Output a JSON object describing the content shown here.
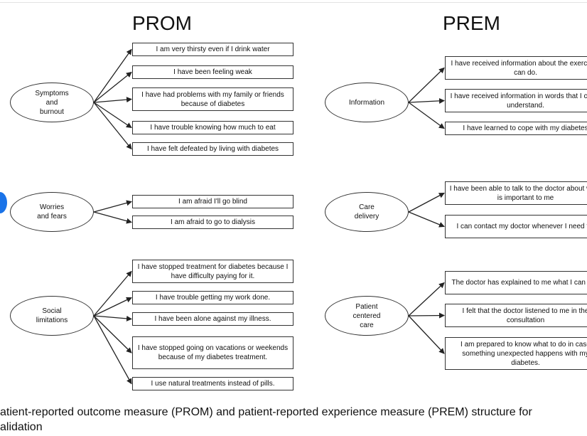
{
  "headings": {
    "prom": "PROM",
    "prem": "PREM"
  },
  "prom": {
    "symptoms": {
      "label": "Symptoms\nand\nburnout",
      "items": [
        "I am very thirsty even if I drink water",
        "I have been feeling weak",
        "I have had problems with my family or friends because of diabetes",
        "I have trouble knowing how much to eat",
        "I have felt defeated by living with diabetes"
      ]
    },
    "worries": {
      "label": "Worries\nand fears",
      "items": [
        "I am afraid I'll go blind",
        "I am afraid to go to dialysis"
      ]
    },
    "social": {
      "label": "Social\nlimitations",
      "items": [
        "I have stopped treatment for diabetes because I have difficulty paying for it.",
        "I have trouble getting my work done.",
        "I have been alone against my illness.",
        "I have stopped going on vacations or weekends because of my diabetes treatment.",
        "I use natural treatments instead of pills."
      ]
    }
  },
  "prem": {
    "information": {
      "label": "Information",
      "items": [
        "I have received information about the exercise I can do.",
        "I have received information in words that I could understand.",
        "I have learned to cope with my diabetes"
      ]
    },
    "care_delivery": {
      "label": "Care\ndelivery",
      "items": [
        "I have been able to talk to the doctor about what is important to me",
        "I can contact my doctor whenever I need to."
      ]
    },
    "patient_centered": {
      "label": "Patient\ncentered\ncare",
      "items": [
        "The doctor has explained to me what I can eat.",
        "I felt that the doctor listened to me in the consultation",
        "I am prepared to know what to do in case something unexpected happens with my diabetes."
      ]
    }
  },
  "caption": {
    "line1": "atient-reported outcome measure (PROM) and patient-reported experience measure (PREM) structure for",
    "line2": "alidation"
  }
}
